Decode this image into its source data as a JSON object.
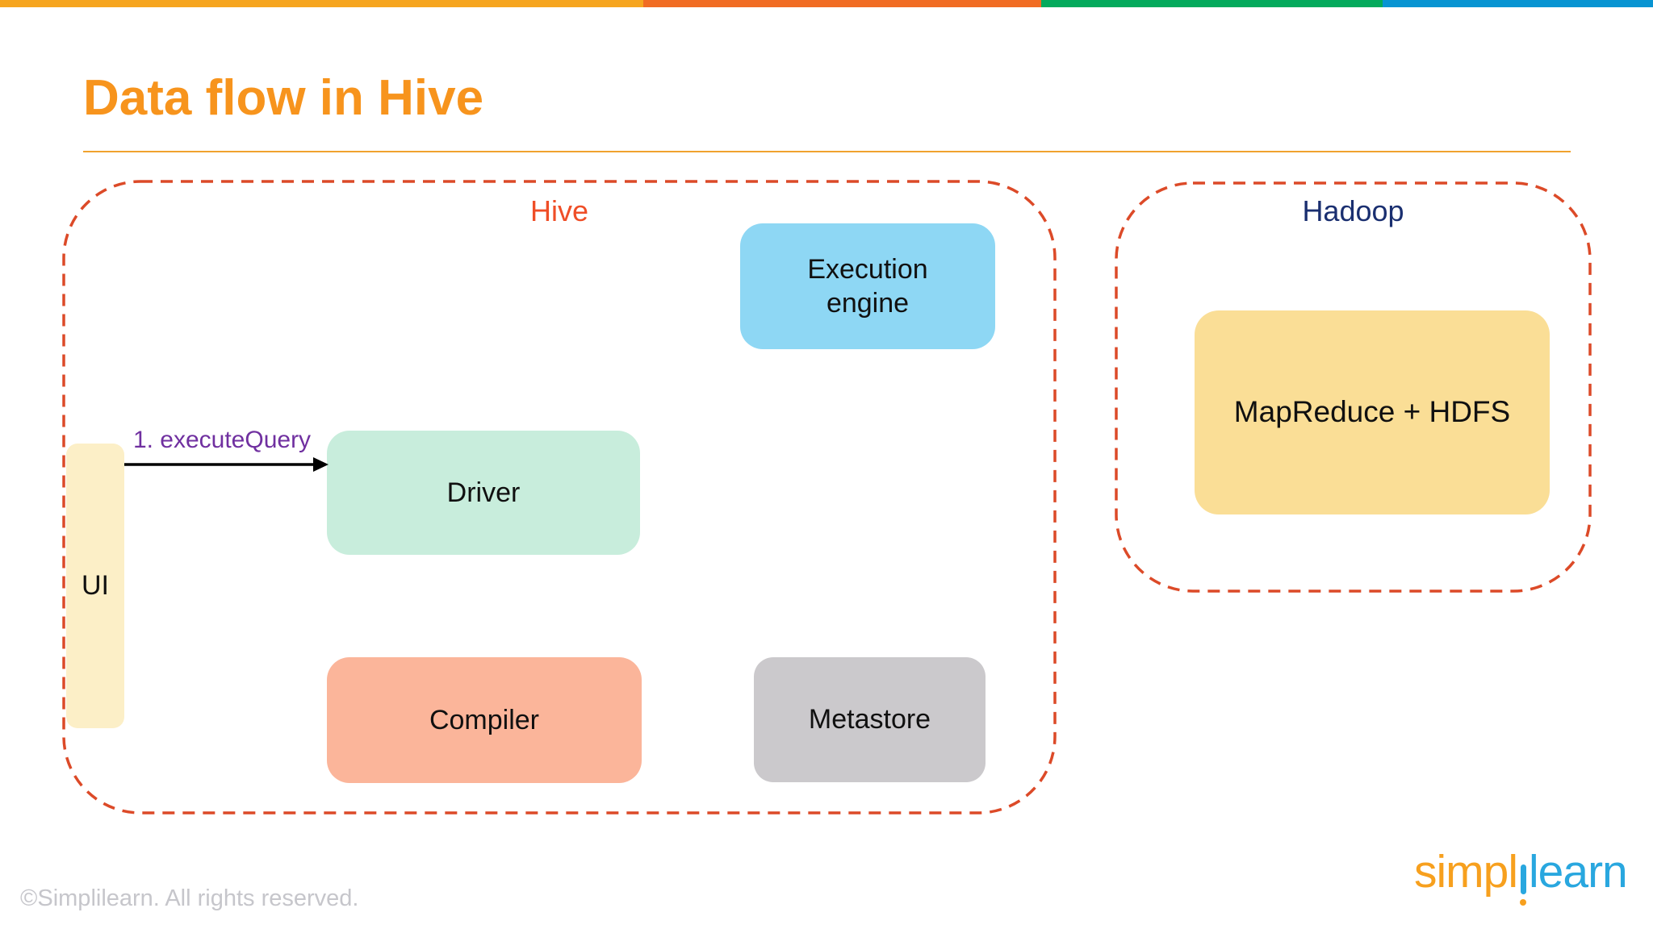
{
  "slide": {
    "title": "Data flow in Hive",
    "copyright": "©Simplilearn. All rights reserved."
  },
  "top_stripe": {
    "segments": [
      {
        "name": "yellow-orange",
        "color": "#F6A51F"
      },
      {
        "name": "orange",
        "color": "#F16C23"
      },
      {
        "name": "green",
        "color": "#04AA5C"
      },
      {
        "name": "blue",
        "color": "#0894D2"
      }
    ]
  },
  "diagram": {
    "hive_group": {
      "label": "Hive",
      "label_color": "#EF4E27",
      "border_color": "#DC4A28",
      "nodes": {
        "ui": {
          "label": "UI",
          "fill": "#FCEFC7"
        },
        "driver": {
          "label": "Driver",
          "fill": "#C8EDDC"
        },
        "execution_engine": {
          "label": "Execution engine",
          "fill": "#8ED7F4"
        },
        "compiler": {
          "label": "Compiler",
          "fill": "#FBB59A"
        },
        "metastore": {
          "label": "Metastore",
          "fill": "#CBC9CC"
        }
      },
      "arrow": {
        "label": "1. executeQuery",
        "label_color": "#7030A0",
        "from": "ui",
        "to": "driver"
      }
    },
    "hadoop_group": {
      "label": "Hadoop",
      "label_color": "#1A2F70",
      "border_color": "#DC4A28",
      "nodes": {
        "mapreduce_hdfs": {
          "label": "MapReduce + HDFS",
          "fill": "#FADE96"
        }
      }
    }
  },
  "logo": {
    "part1": "simpl",
    "part2": "learn",
    "orange": "#F7A01E",
    "blue": "#29A7DF"
  },
  "colors": {
    "title": "#F7941D",
    "title_underline": "#F0A22E",
    "copyright_text": "#C6C6CB"
  }
}
